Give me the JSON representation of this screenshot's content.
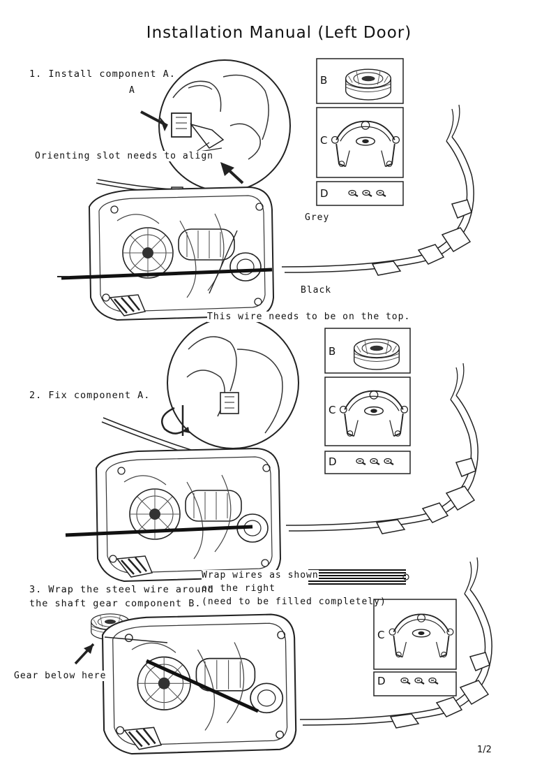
{
  "title": "Installation Manual (Left Door)",
  "steps": [
    {
      "instruction": "1. Install component A.",
      "callouts": {
        "component": "A",
        "slot": "Orienting slot needs to align",
        "grey": "Grey",
        "black": "Black",
        "wire_top": "This wire needs to be on the top."
      },
      "parts": {
        "b": "B",
        "c": "C",
        "d": "D"
      }
    },
    {
      "instruction": "2. Fix component A.",
      "parts": {
        "b": "B",
        "c": "C",
        "d": "D"
      }
    },
    {
      "instruction_line1": "3. Wrap the steel wire around",
      "instruction_line2": "the shaft gear component B.",
      "note_line1": "Wrap wires as shown",
      "note_line2": "on the right",
      "note_line3": "(need to be filled completely)",
      "gear_label": "Gear below here",
      "parts": {
        "c": "C",
        "d": "D"
      }
    }
  ],
  "page_number": "1/2"
}
